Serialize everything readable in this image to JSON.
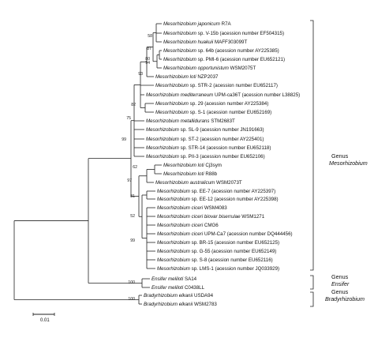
{
  "taxa": [
    {
      "italic": "Mesorhizobium japonicum",
      "rest": " R7A"
    },
    {
      "italic": "Mesorhizobium",
      "rest": " sp. V-15b (acession number EF504315)"
    },
    {
      "italic": "Mesorhizobium huakuii",
      "rest": " MAFF303099T"
    },
    {
      "italic": "Mesorhizobium",
      "rest": " sp. 64b (acession number AY225385)"
    },
    {
      "italic": "Mesorhizobium",
      "rest": " sp. PMI-6 (acession number EU652121)"
    },
    {
      "italic": "Mesorhizobium opportunistum",
      "rest": " WSM2075T"
    },
    {
      "italic": "Mesorhizobium loti",
      "rest": " NZP2037"
    },
    {
      "italic": "Mesorhizobium",
      "rest": " sp. STR-2 (acession number EU652117)"
    },
    {
      "italic": "Mesorhizobium mediterraneum",
      "rest": " UPM-ca36T (acession number L38825)"
    },
    {
      "italic": "Mesorhizobium",
      "rest": " sp. 29 (acession number AY225384)"
    },
    {
      "italic": "Mesorhizobium",
      "rest": " sp. S-1 (acession number EU652169)"
    },
    {
      "italic": "Mesorhizobium metallidurans",
      "rest": " STM2683T"
    },
    {
      "italic": "Mesorhizobium",
      "rest": " sp. SL-9 (acession number JN191663)"
    },
    {
      "italic": "Mesorhizobium",
      "rest": " sp. ST-2 (acession number AY225401)"
    },
    {
      "italic": "Mesorhizobium",
      "rest": " sp. STR-14 (acession number EU652118)"
    },
    {
      "italic": "Mesorhizobium",
      "rest": " sp. PII-3 (acession number EU652106)"
    },
    {
      "italic": "Mesorhizobium loti",
      "rest": " Cj3sym"
    },
    {
      "italic": "Mesorhizobium loti",
      "rest": " R88b"
    },
    {
      "italic": "Mesorhizobium australicum",
      "rest": " WSM2073T"
    },
    {
      "italic": "Mesorhizobium",
      "rest": " sp. EE-7 (acession number AY225397)"
    },
    {
      "italic": "Mesorhizobium",
      "rest": " sp. EE-12 (acession number AY225398)"
    },
    {
      "italic": "Mesorhizobium ciceri",
      "rest": " WSM4083"
    },
    {
      "italic": "Mesorhizobium ciceri biovar biserrulae",
      "rest": " WSM1271"
    },
    {
      "italic": "Mesorhizobium ciceri",
      "rest": " CMG6"
    },
    {
      "italic": "Mesorhizobium ciceri",
      "rest": " UPM-Ca7 (acession number DQ444456)"
    },
    {
      "italic": "Mesorhizobium",
      "rest": " sp. BR-15 (acession number EU652125)"
    },
    {
      "italic": "Mesorhizobium",
      "rest": " sp. G-55 (acession number EU652149)"
    },
    {
      "italic": "Mesorhizobium",
      "rest": " sp. S-8 (acession number EU652116)"
    },
    {
      "italic": "Mesorhizobium",
      "rest": " sp. LMS-1 (acession number JQ033929)"
    },
    {
      "italic": "Ensifer meliloti",
      "rest": " SA14"
    },
    {
      "italic": "Ensifer meliloti",
      "rest": " C0438LL"
    },
    {
      "italic": "Bradyrhizobium elkanii",
      "rest": " USDA94"
    },
    {
      "italic": "Bradyrhizobium elkanii",
      "rest": " WSM2783"
    }
  ],
  "bootstrap": [
    "58",
    "87",
    "80",
    "94",
    "93",
    "82",
    "75",
    "99",
    "62",
    "97",
    "81",
    "52",
    "99",
    "100",
    "100"
  ],
  "genera": [
    {
      "word": "Genus",
      "name": "Mesorhizobium"
    },
    {
      "word": "Genus",
      "name": "Ensifer"
    },
    {
      "word": "Genus",
      "name": "Bradyrhizobium"
    }
  ],
  "scale_label": "0.01"
}
